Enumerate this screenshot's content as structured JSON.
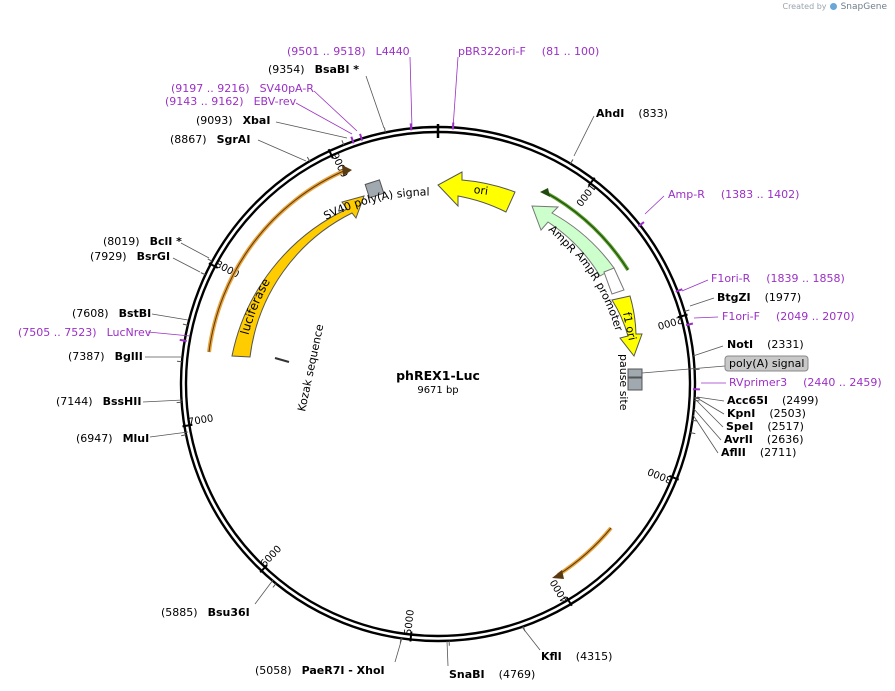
{
  "branding": {
    "prefix": "Created by",
    "app": "SnapGene"
  },
  "plasmid": {
    "name": "phREX1-Luc",
    "length": "9671 bp"
  },
  "ticks": [
    {
      "label": "1000",
      "bp": 1000
    },
    {
      "label": "2000",
      "bp": 2000
    },
    {
      "label": "3000",
      "bp": 3000
    },
    {
      "label": "4000",
      "bp": 4000
    },
    {
      "label": "5000",
      "bp": 5000
    },
    {
      "label": "6000",
      "bp": 6000
    },
    {
      "label": "7000",
      "bp": 7000
    },
    {
      "label": "8000",
      "bp": 8000
    },
    {
      "label": "9000",
      "bp": 9000
    }
  ],
  "sites": [
    {
      "name": "AhdI",
      "pos": "(833)",
      "bp": 833
    },
    {
      "name": "BtgZI",
      "pos": "(1977)",
      "bp": 1977
    },
    {
      "name": "NotI",
      "pos": "(2331)",
      "bp": 2331
    },
    {
      "name": "Acc65I",
      "pos": "(2499)",
      "bp": 2499
    },
    {
      "name": "KpnI",
      "pos": "(2503)",
      "bp": 2503
    },
    {
      "name": "SpeI",
      "pos": "(2517)",
      "bp": 2517
    },
    {
      "name": "AvrII",
      "pos": "(2636)",
      "bp": 2636
    },
    {
      "name": "AflII",
      "pos": "(2711)",
      "bp": 2711
    },
    {
      "name": "KflI",
      "pos": "(4315)",
      "bp": 4315
    },
    {
      "name": "SnaBI",
      "pos": "(4769)",
      "bp": 4769
    },
    {
      "name": "PaeR7I  - XhoI",
      "pos": "(5058)",
      "bp": 5058
    },
    {
      "name": "Bsu36I",
      "pos": "(5885)",
      "bp": 5885
    },
    {
      "name": "MluI",
      "pos": "(6947)",
      "bp": 6947
    },
    {
      "name": "BssHII",
      "pos": "(7144)",
      "bp": 7144
    },
    {
      "name": "BglII",
      "pos": "(7387)",
      "bp": 7387
    },
    {
      "name": "BstBI",
      "pos": "(7608)",
      "bp": 7608
    },
    {
      "name": "BsrGI",
      "pos": "(7929)",
      "bp": 7929
    },
    {
      "name": "BclI *",
      "pos": "(8019)",
      "bp": 8019
    },
    {
      "name": "SgrAI",
      "pos": "(8867)",
      "bp": 8867
    },
    {
      "name": "XbaI",
      "pos": "(9093)",
      "bp": 9093
    },
    {
      "name": "BsaBI *",
      "pos": "(9354)",
      "bp": 9354
    }
  ],
  "primers": [
    {
      "name": "pBR322ori-F",
      "range": "(81 .. 100)",
      "bp": 90
    },
    {
      "name": "Amp-R",
      "range": "(1383 .. 1402)",
      "bp": 1392
    },
    {
      "name": "F1ori-R",
      "range": "(1839 .. 1858)",
      "bp": 1848
    },
    {
      "name": "F1ori-F",
      "range": "(2049 .. 2070)",
      "bp": 2059
    },
    {
      "name": "RVprimer3",
      "range": "(2440 .. 2459)",
      "bp": 2449
    },
    {
      "name": "LucNrev",
      "range": "(7505 .. 7523)",
      "bp": 7514
    },
    {
      "name": "EBV-rev",
      "range": "(9143 .. 9162)",
      "bp": 9152
    },
    {
      "name": "SV40pA-R",
      "range": "(9197 .. 9216)",
      "bp": 9206
    },
    {
      "name": "L4440",
      "range": "(9501 .. 9518)",
      "bp": 9510
    }
  ],
  "features": {
    "ori": "ori",
    "ampr": "AmpR",
    "ampr_promoter": "AmpR promoter",
    "f1_ori": "f1 ori",
    "pause_site": "pause site",
    "polya": "poly(A) signal",
    "luciferase": "luciferase",
    "sv40_polya": "SV40 poly(A) signal",
    "kozak": "Kozak sequence"
  },
  "colors": {
    "backbone": "#000000",
    "primer": "#9b30c6",
    "ori_fill": "#ffff00",
    "ampr_fill": "#ccffcc",
    "ampr_promoter_fill": "#ffffff",
    "luciferase_fill": "#ffcc00",
    "terminator_fill": "#a0a8b0",
    "orf_arc": "#e8a33a",
    "ampr_orf_arc": "#5aa02c",
    "polya_box": "#c8c8c8"
  }
}
